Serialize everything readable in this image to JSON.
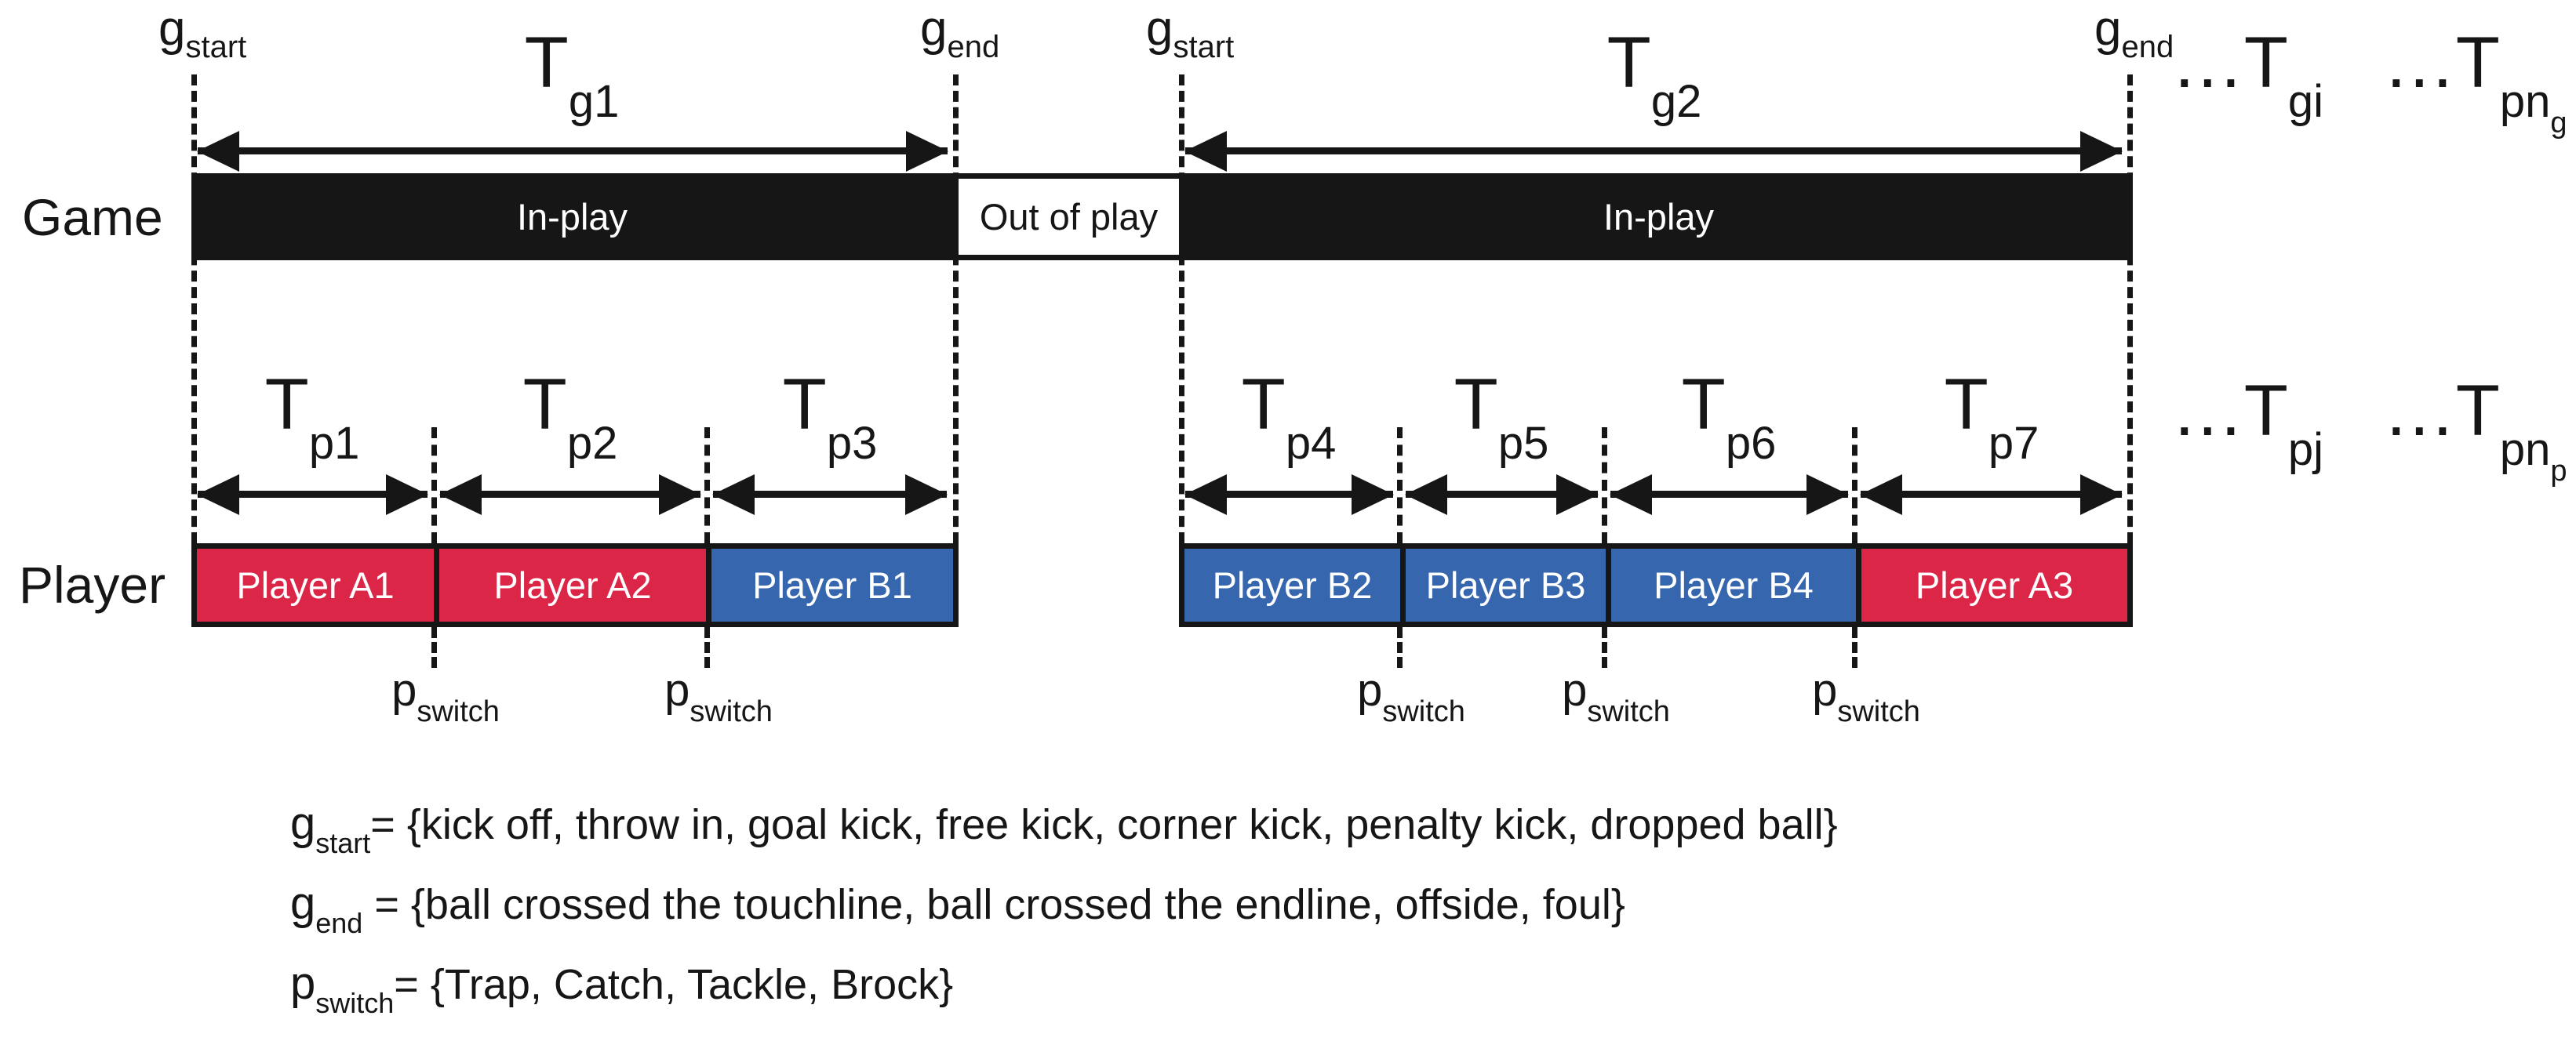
{
  "colors": {
    "team_a": "#dc2647",
    "team_b": "#3566ae",
    "ink": "#161616"
  },
  "rows": {
    "game_label": "Game",
    "player_label": "Player"
  },
  "symbols": {
    "g": "g",
    "p": "p",
    "T": "T",
    "dots": "...",
    "start": "start",
    "end": "end",
    "switch": "switch"
  },
  "game": {
    "inplay1": "In-play",
    "outofplay": "Out of play",
    "inplay2": "In-play",
    "t1_sub": "g1",
    "t2_sub": "g2",
    "ti_sub": "gi",
    "tn_sub": "pn",
    "tn_subsub": "g"
  },
  "player": {
    "t_subs": [
      "p1",
      "p2",
      "p3",
      "p4",
      "p5",
      "p6",
      "p7"
    ],
    "blocks": [
      {
        "label": "Player A1",
        "team": "A"
      },
      {
        "label": "Player A2",
        "team": "A"
      },
      {
        "label": "Player B1",
        "team": "B"
      },
      {
        "label": "Player B2",
        "team": "B"
      },
      {
        "label": "Player B3",
        "team": "B"
      },
      {
        "label": "Player B4",
        "team": "B"
      },
      {
        "label": "Player A3",
        "team": "A"
      }
    ],
    "tj_sub": "pj",
    "tn_sub": "pn",
    "tn_subsub": "p"
  },
  "definitions": [
    {
      "symbol": "g",
      "sub": "start",
      "text": "= {kick off, throw in, goal kick, free kick, corner kick, penalty kick, dropped ball}"
    },
    {
      "symbol": "g",
      "sub": "end",
      "text": " = {ball crossed the touchline, ball crossed the endline, offside, foul}"
    },
    {
      "symbol": "p",
      "sub": "switch",
      "text": "= {Trap, Catch, Tackle, Brock}"
    }
  ]
}
